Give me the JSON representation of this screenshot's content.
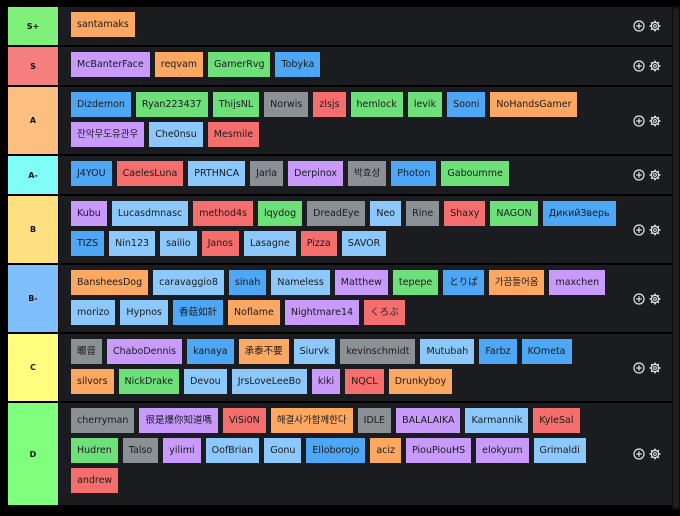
{
  "colors": {
    "tier_S_plus": "#7ff07a",
    "tier_S": "#f57e7e",
    "tier_A": "#fdbf80",
    "tier_A_minus": "#80fdf7",
    "tier_B": "#fee080",
    "tier_B_minus": "#7fbffe",
    "tier_C": "#fffe7f",
    "tier_D": "#80ff7f",
    "chip_orange": "#fca863",
    "chip_purple": "#c79afb",
    "chip_green": "#6ee07a",
    "chip_blue": "#4da7f4",
    "chip_gray": "#8b9094",
    "chip_red": "#f56e6e",
    "chip_lightblue": "#8cc8fb"
  },
  "controls": {
    "add_icon": "plus-circle-icon",
    "settings_icon": "gear-icon"
  },
  "tiers": [
    {
      "label": "S+",
      "color": "#7ff07a",
      "items": [
        {
          "name": "santamaks",
          "color": "#fca863"
        }
      ]
    },
    {
      "label": "S",
      "color": "#f57e7e",
      "items": [
        {
          "name": "McBanterFace",
          "color": "#c79afb"
        },
        {
          "name": "reqvam",
          "color": "#fca863"
        },
        {
          "name": "GamerRvg",
          "color": "#6ee07a"
        },
        {
          "name": "Tobyka",
          "color": "#4da7f4"
        }
      ]
    },
    {
      "label": "A",
      "color": "#fdbf80",
      "items": [
        {
          "name": "Dizdemon",
          "color": "#4da7f4"
        },
        {
          "name": "Ryan223437",
          "color": "#6ee07a"
        },
        {
          "name": "ThijsNL",
          "color": "#6ee07a"
        },
        {
          "name": "Norwis",
          "color": "#8b9094"
        },
        {
          "name": "zlsjs",
          "color": "#f56e6e"
        },
        {
          "name": "hemlock",
          "color": "#6ee07a"
        },
        {
          "name": "levik",
          "color": "#6ee07a"
        },
        {
          "name": "Sooni",
          "color": "#4da7f4"
        },
        {
          "name": "NoHandsGamer",
          "color": "#fca863"
        },
        {
          "name": "잔악무도유관우",
          "color": "#c79afb"
        },
        {
          "name": "Che0nsu",
          "color": "#8cc8fb"
        },
        {
          "name": "Mesmile",
          "color": "#f56e6e"
        }
      ]
    },
    {
      "label": "A-",
      "color": "#80fdf7",
      "items": [
        {
          "name": "J4YOU",
          "color": "#4da7f4"
        },
        {
          "name": "CaelesLuna",
          "color": "#f56e6e"
        },
        {
          "name": "PRTHNCA",
          "color": "#8cc8fb"
        },
        {
          "name": "Jarla",
          "color": "#8b9094"
        },
        {
          "name": "Derpinox",
          "color": "#c79afb"
        },
        {
          "name": "박효성",
          "color": "#8b9094"
        },
        {
          "name": "Photon",
          "color": "#4da7f4"
        },
        {
          "name": "Gaboumme",
          "color": "#6ee07a"
        }
      ]
    },
    {
      "label": "B",
      "color": "#fee080",
      "items": [
        {
          "name": "Kubu",
          "color": "#c79afb"
        },
        {
          "name": "Lucasdmnasc",
          "color": "#8cc8fb"
        },
        {
          "name": "method4s",
          "color": "#f56e6e"
        },
        {
          "name": "lqydog",
          "color": "#6ee07a"
        },
        {
          "name": "DreadEye",
          "color": "#8b9094"
        },
        {
          "name": "Neo",
          "color": "#8cc8fb"
        },
        {
          "name": "Rine",
          "color": "#8b9094"
        },
        {
          "name": "Shaxy",
          "color": "#f56e6e"
        },
        {
          "name": "NAGON",
          "color": "#6ee07a"
        },
        {
          "name": "ДикийЗверь",
          "color": "#4da7f4"
        },
        {
          "name": "TIZS",
          "color": "#4da7f4"
        },
        {
          "name": "Nin123",
          "color": "#8cc8fb"
        },
        {
          "name": "sailio",
          "color": "#8cc8fb"
        },
        {
          "name": "Janos",
          "color": "#f56e6e"
        },
        {
          "name": "Lasagne",
          "color": "#8cc8fb"
        },
        {
          "name": "Pizza",
          "color": "#f56e6e"
        },
        {
          "name": "SAVOR",
          "color": "#8cc8fb"
        }
      ]
    },
    {
      "label": "B-",
      "color": "#7fbffe",
      "items": [
        {
          "name": "BansheesDog",
          "color": "#fca863"
        },
        {
          "name": "caravaggio8",
          "color": "#8cc8fb"
        },
        {
          "name": "sinah",
          "color": "#4da7f4"
        },
        {
          "name": "Nameless",
          "color": "#8cc8fb"
        },
        {
          "name": "Matthew",
          "color": "#c79afb"
        },
        {
          "name": "tepepe",
          "color": "#6ee07a"
        },
        {
          "name": "とりぱ",
          "color": "#4da7f4"
        },
        {
          "name": "가끔들어옴",
          "color": "#fca863"
        },
        {
          "name": "maxchen",
          "color": "#c79afb"
        },
        {
          "name": "morizo",
          "color": "#8cc8fb"
        },
        {
          "name": "Hypnos",
          "color": "#8cc8fb"
        },
        {
          "name": "香菇如計",
          "color": "#4da7f4"
        },
        {
          "name": "Noflame",
          "color": "#fca863"
        },
        {
          "name": "Nightmare14",
          "color": "#c79afb"
        },
        {
          "name": "くろぶ",
          "color": "#f56e6e"
        }
      ]
    },
    {
      "label": "C",
      "color": "#fffe7f",
      "items": [
        {
          "name": "畷音",
          "color": "#8b9094"
        },
        {
          "name": "ChaboDennis",
          "color": "#c79afb"
        },
        {
          "name": "kanaya",
          "color": "#4da7f4"
        },
        {
          "name": "承泰不要",
          "color": "#fca863"
        },
        {
          "name": "Siurvk",
          "color": "#8cc8fb"
        },
        {
          "name": "kevinschmidt",
          "color": "#8b9094"
        },
        {
          "name": "Mutubah",
          "color": "#8cc8fb"
        },
        {
          "name": "Farbz",
          "color": "#4da7f4"
        },
        {
          "name": "KOmeta",
          "color": "#4da7f4"
        },
        {
          "name": "silvors",
          "color": "#fca863"
        },
        {
          "name": "NickDrake",
          "color": "#6ee07a"
        },
        {
          "name": "Devou",
          "color": "#8cc8fb"
        },
        {
          "name": "JrsLoveLeeBo",
          "color": "#8cc8fb"
        },
        {
          "name": "kiki",
          "color": "#c79afb"
        },
        {
          "name": "NQCL",
          "color": "#f56e6e"
        },
        {
          "name": "Drunkyboy",
          "color": "#fca863"
        }
      ]
    },
    {
      "label": "D",
      "color": "#80ff7f",
      "items": [
        {
          "name": "cherryman",
          "color": "#8b9094"
        },
        {
          "name": "很是爆你知道嗎",
          "color": "#c79afb"
        },
        {
          "name": "ViSi0N",
          "color": "#f56e6e"
        },
        {
          "name": "해결사가함께한다",
          "color": "#fca863"
        },
        {
          "name": "IDLE",
          "color": "#8b9094"
        },
        {
          "name": "BALALAIKA",
          "color": "#c79afb"
        },
        {
          "name": "Karmannik",
          "color": "#8cc8fb"
        },
        {
          "name": "KyleSal",
          "color": "#f56e6e"
        },
        {
          "name": "Hudren",
          "color": "#6ee07a"
        },
        {
          "name": "Talso",
          "color": "#8b9094"
        },
        {
          "name": "yilimi",
          "color": "#c79afb"
        },
        {
          "name": "OofBrian",
          "color": "#8cc8fb"
        },
        {
          "name": "Gonu",
          "color": "#8cc8fb"
        },
        {
          "name": "Elloborojo",
          "color": "#4da7f4"
        },
        {
          "name": "aciz",
          "color": "#fca863"
        },
        {
          "name": "PiouPiouHS",
          "color": "#c79afb"
        },
        {
          "name": "elokyum",
          "color": "#c79afb"
        },
        {
          "name": "Grimaldi",
          "color": "#8cc8fb"
        },
        {
          "name": "andrew",
          "color": "#f56e6e"
        }
      ]
    }
  ]
}
